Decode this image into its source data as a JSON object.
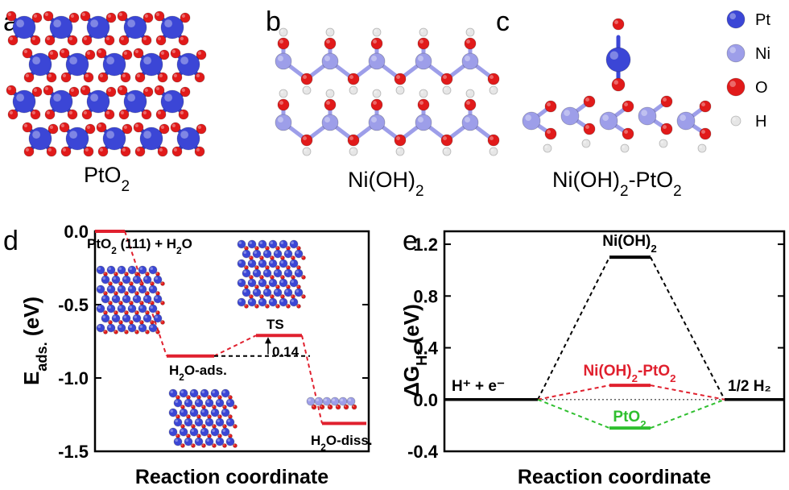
{
  "colors": {
    "pt": "#3b46d6",
    "ni": "#9d9ee9",
    "o": "#e11a1a",
    "h": "#e6e6e6",
    "red": "#e0202e",
    "green": "#2fbf2f",
    "black": "#000000",
    "gray": "#666666"
  },
  "panels": {
    "a": {
      "letter": "a",
      "label": "PtO",
      "sub": "2"
    },
    "b": {
      "letter": "b",
      "label": "Ni(OH)",
      "sub": "2"
    },
    "c": {
      "letter": "c",
      "label1": "Ni(OH)",
      "sub1": "2",
      "label2": "-PtO",
      "sub2": "2"
    }
  },
  "legend": [
    {
      "element": "Pt",
      "color": "#3b46d6"
    },
    {
      "element": "Ni",
      "color": "#9d9ee9"
    },
    {
      "element": "O",
      "color": "#e11a1a"
    },
    {
      "element": "H",
      "color": "#e6e6e6"
    }
  ],
  "chart_data": [
    {
      "panel": "d",
      "type": "line",
      "xlabel": "Reaction coordinate",
      "ylabel": {
        "main": "E",
        "sub": "ads.",
        "unit": " (eV)"
      },
      "ylim": [
        -1.5,
        0.0
      ],
      "yticks": [
        "0.0",
        "-0.5",
        "-1.0",
        "-1.5"
      ],
      "ytick_values": [
        0.0,
        -0.5,
        -1.0,
        -1.5
      ],
      "levels": [
        {
          "pos": 0,
          "value": 0.0,
          "label": "PtO",
          "label_sub": "2",
          "label_rest": " (111) + H",
          "label_sub2": "2",
          "label_end": "O"
        },
        {
          "pos": 1,
          "value": -0.85,
          "label": "H",
          "label_sub": "2",
          "label_rest": "O-ads."
        },
        {
          "pos": 2,
          "value": -0.71,
          "label": "TS"
        },
        {
          "pos": 3,
          "value": -1.31,
          "label": "H",
          "label_sub": "2",
          "label_rest": "O-diss."
        }
      ],
      "barrier": {
        "value": 0.14,
        "text": "0.14"
      }
    },
    {
      "panel": "e",
      "type": "line",
      "xlabel": "Reaction coordinate",
      "ylabel": {
        "main": "ΔG",
        "sub": "H*",
        "unit": " (eV)"
      },
      "ylim": [
        -0.4,
        1.3
      ],
      "yticks": [
        "1.2",
        "0.8",
        "0.4",
        "0.0",
        "-0.4"
      ],
      "ytick_values": [
        1.2,
        0.8,
        0.4,
        0.0,
        -0.4
      ],
      "states": {
        "initial": "H⁺ + e⁻",
        "final": "1/2 H₂"
      },
      "series": [
        {
          "name": "Ni(OH)",
          "name_sub": "2",
          "value": 1.1,
          "color": "#000000"
        },
        {
          "name": "Ni(OH)",
          "name_sub": "2",
          "name_rest": "-PtO",
          "name_sub2": "2",
          "value": 0.11,
          "color": "#e0202e"
        },
        {
          "name": "PtO",
          "name_sub": "2",
          "value": -0.22,
          "color": "#2fbf2f"
        }
      ]
    }
  ]
}
